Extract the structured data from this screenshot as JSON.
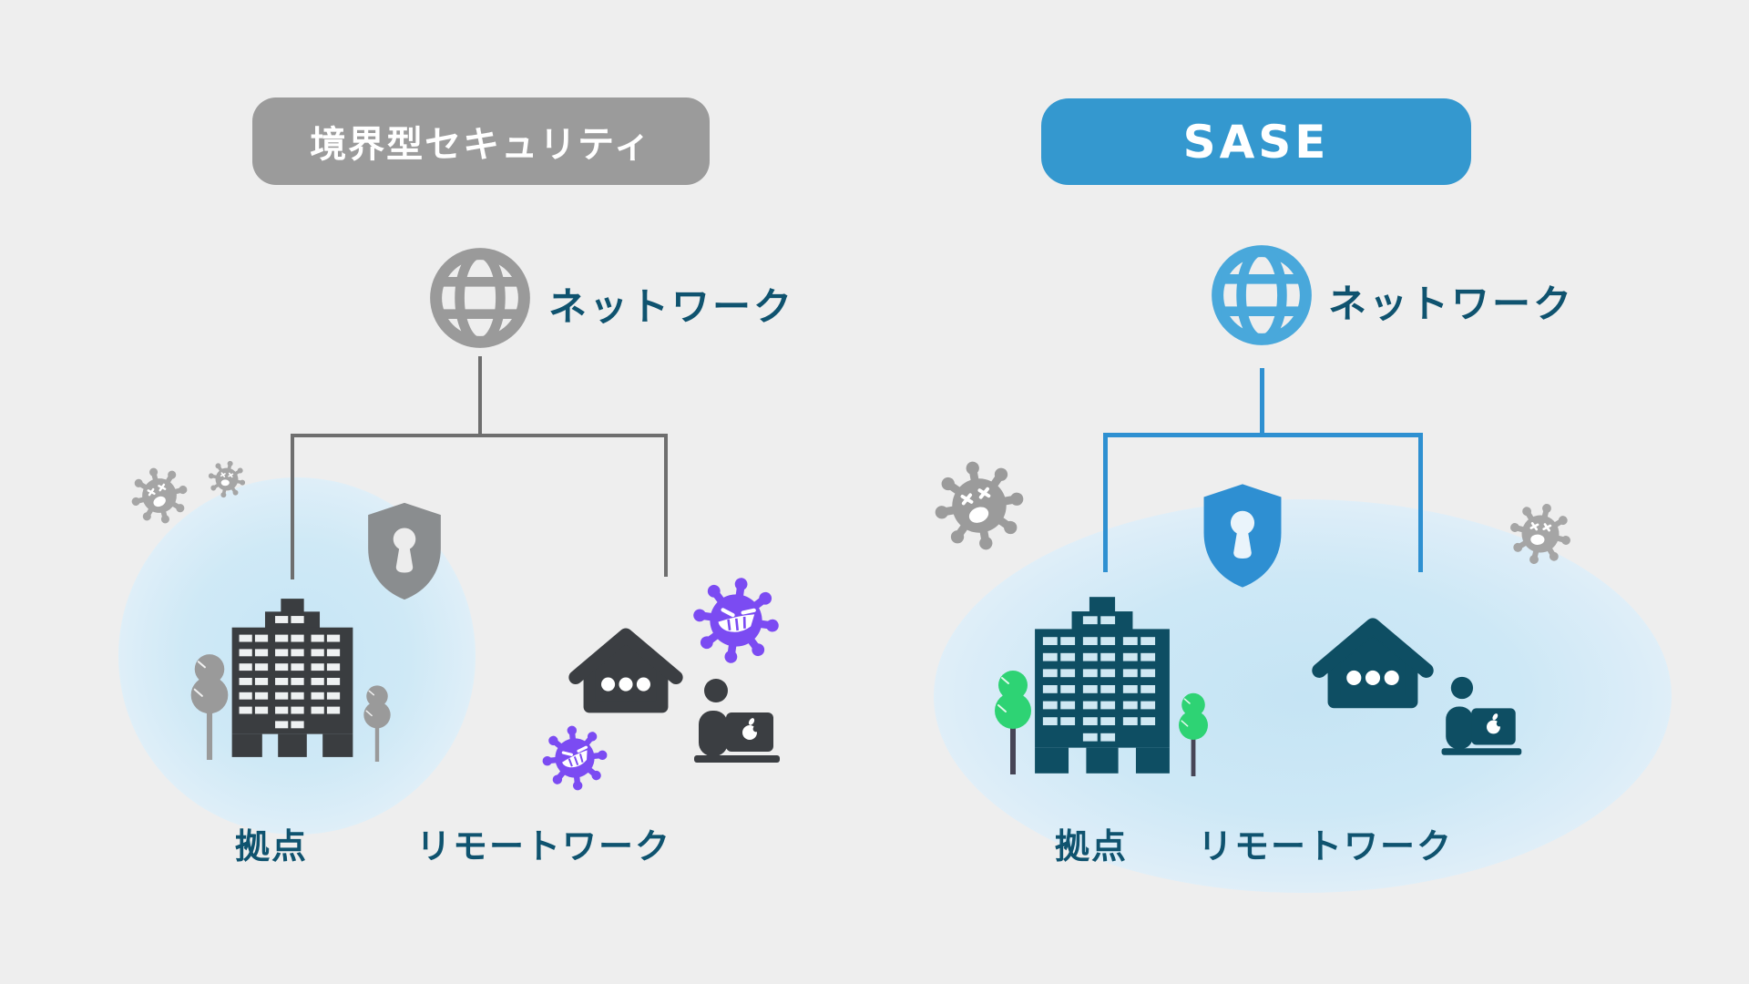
{
  "diagram": {
    "background_color": "#eeeeee",
    "label_text_color": "#0f536f",
    "left": {
      "title": "境界型セキュリティ",
      "title_bg_color": "#9b9b9b",
      "title_text_color": "#ffffff",
      "network_label": "ネットワーク",
      "site_label": "拠点",
      "remote_label": "リモートワーク",
      "connector_color": "#6e6e6e",
      "icon_color": "#3b3e42",
      "muted_gray_color": "#9a9a9a",
      "virus_color": "#7b4bf2",
      "bubble_color": "#c6e5f5"
    },
    "right": {
      "title": "SASE",
      "title_bg_color": "#3498cf",
      "title_text_color": "#ffffff",
      "network_label": "ネットワーク",
      "site_label": "拠点",
      "remote_label": "リモートワーク",
      "connector_color": "#2e90d1",
      "icon_color": "#0e4e63",
      "globe_color": "#49a8db",
      "shield_color": "#2e8fd2",
      "tree_color": "#2ed374",
      "virus_color": "#9b9b9b",
      "bubble_color": "#c5e4f4"
    }
  }
}
